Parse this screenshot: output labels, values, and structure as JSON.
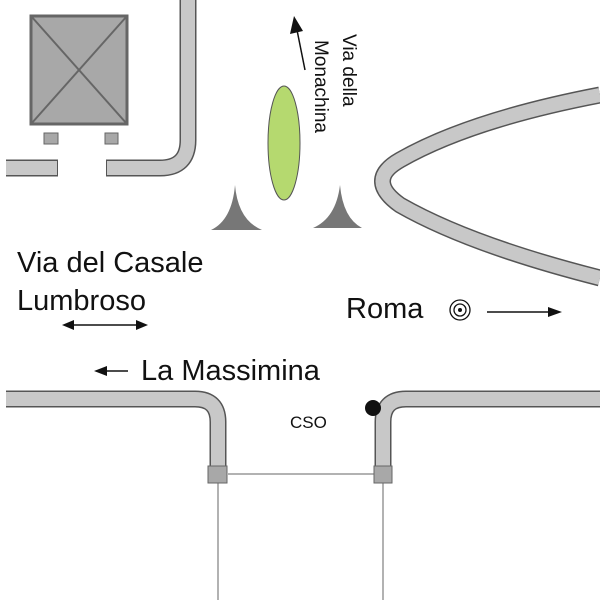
{
  "labels": {
    "via_monachina_1": "Via della",
    "via_monachina_2": "Monachina",
    "via_casale_1": "Via del Casale",
    "via_casale_2": "Lumbroso",
    "roma": "Roma",
    "massimina": "La Massimina",
    "cso": "CSO"
  },
  "colors": {
    "road": "#c8c8c8",
    "road_edge": "#555555",
    "island": "#b5d96f",
    "building": "#a8a8a8"
  }
}
